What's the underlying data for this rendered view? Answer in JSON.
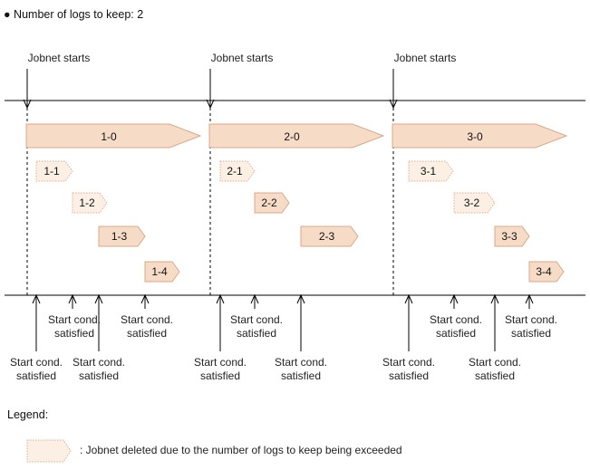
{
  "header": {
    "bullet": "●",
    "note": "Number of logs to keep: 2"
  },
  "jobnet_start_label": "Jobnet starts",
  "cond_label": {
    "line1": "Start cond.",
    "line2": "satisfied"
  },
  "groups": [
    {
      "main": "1-0",
      "subs": [
        {
          "label": "1-1",
          "deleted": true
        },
        {
          "label": "1-2",
          "deleted": true
        },
        {
          "label": "1-3",
          "deleted": false
        },
        {
          "label": "1-4",
          "deleted": false
        }
      ]
    },
    {
      "main": "2-0",
      "subs": [
        {
          "label": "2-1",
          "deleted": true
        },
        {
          "label": "2-2",
          "deleted": false
        },
        {
          "label": "2-3",
          "deleted": false
        }
      ]
    },
    {
      "main": "3-0",
      "subs": [
        {
          "label": "3-1",
          "deleted": true
        },
        {
          "label": "3-2",
          "deleted": true
        },
        {
          "label": "3-3",
          "deleted": false
        },
        {
          "label": "3-4",
          "deleted": false
        }
      ]
    }
  ],
  "legend": {
    "title": "Legend:",
    "deleted_desc": ": Jobnet deleted due to the number of logs to keep being exceeded"
  },
  "colors": {
    "fill": "#f6dcc6",
    "stroke": "#dba888",
    "deleted_fill": "#fcefe4",
    "deleted_stroke": "#e0ad8c",
    "line": "#000000"
  }
}
